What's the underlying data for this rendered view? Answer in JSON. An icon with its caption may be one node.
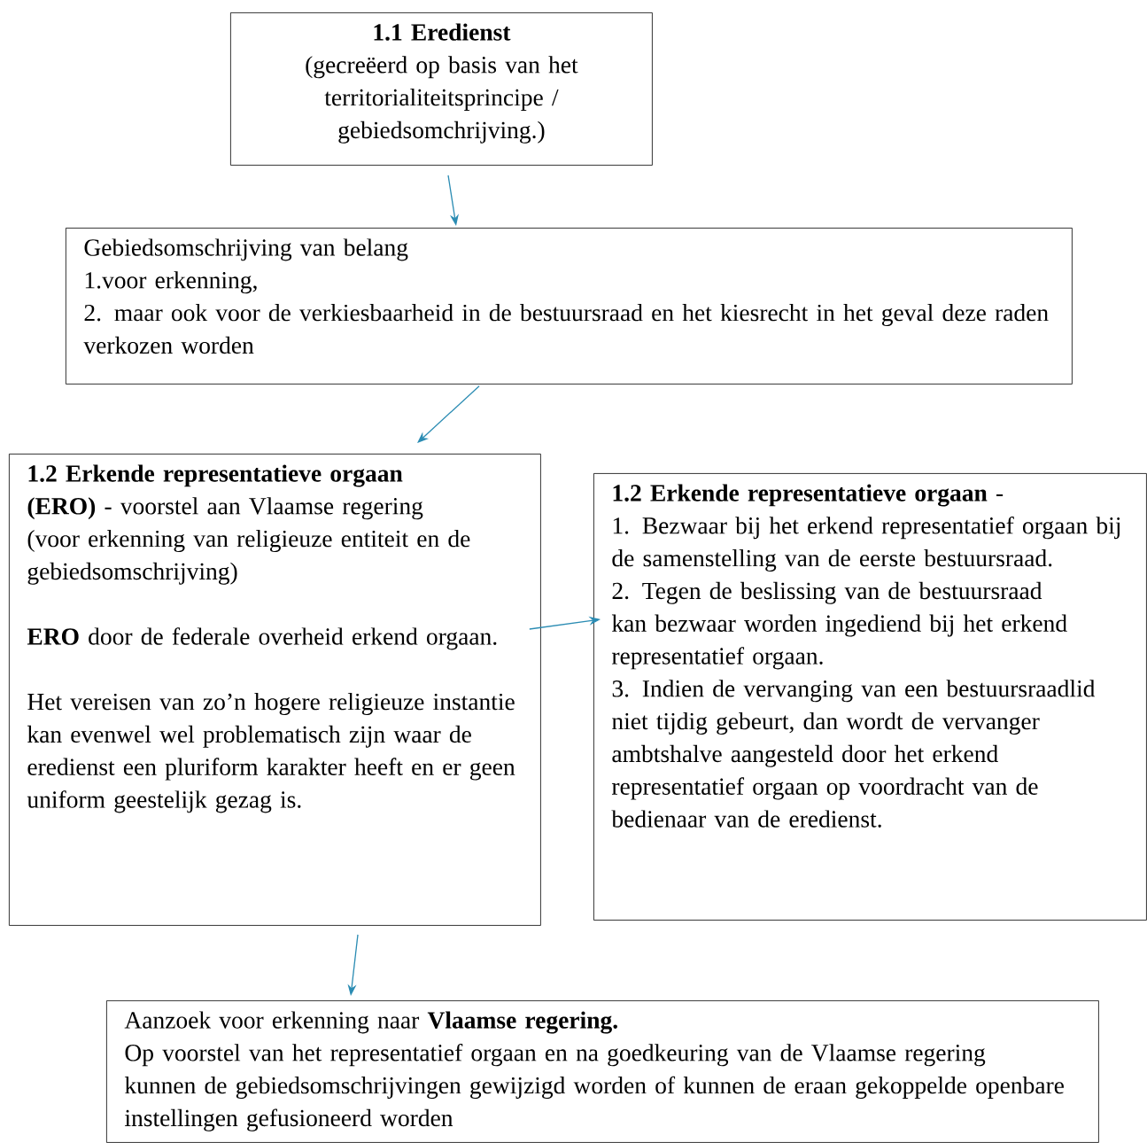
{
  "diagram": {
    "nodes": [
      {
        "text": [
          "1.1 Eredienst",
          "(gecreëerd op basis van het territorialiteitsprincipe / gebiedsomchrijving.)"
        ]
      },
      {
        "text": [
          "Gebiedsomschrijving van belang",
          "1.voor erkenning,",
          "2. maar ook voor de verkiesbaarheid in de bestuursraad en het kiesrecht in het geval deze raden verkozen worden"
        ]
      },
      {
        "text": [
          "**1.2 Erkende representatieve orgaan (ERO)** - voorstel aan Vlaamse regering (voor erkenning van religieuze entiteit en de gebiedsomschrijving)",
          "**ERO** door de federale overheid erkend orgaan.",
          "Het vereisen van zo’n hogere religieuze instantie kan evenwel wel problematisch zijn waar de eredienst een pluriform karakter heeft en er geen uniform geestelijk gezag is."
        ]
      },
      {
        "text": [
          "**1.2 Erkende representatieve orgaan** -",
          "1. Bezwaar bij het erkend representatief orgaan bij de samenstelling van de eerste bestuursraad.",
          "2. Tegen de beslissing van de bestuursraad kan bezwaar worden ingediend bij het erkend representatief orgaan.",
          "3. Indien de vervanging van een bestuursraadlid niet tijdig gebeurt, dan wordt de vervanger ambtshalve aangesteld door het erkend representatief orgaan op voordracht van de bedienaar van de eredienst."
        ]
      },
      {
        "text": [
          "Aanzoek voor erkenning naar **Vlaamse regering.**",
          "Op voorstel van het representatief orgaan en na goedkeuring van de Vlaamse regering kunnen de gebiedsomschrijvingen gewijzigd worden of kunnen de eraan gekoppelde openbare instellingen gefusioneerd worden"
        ]
      }
    ],
    "edges": [
      {
        "from": 0,
        "to": 1,
        "arrow": "to"
      },
      {
        "from": 1,
        "to": 2,
        "arrow": "to"
      },
      {
        "from": 2,
        "to": 3,
        "arrow": "to"
      },
      {
        "from": 2,
        "to": 4,
        "arrow": "to"
      }
    ]
  }
}
